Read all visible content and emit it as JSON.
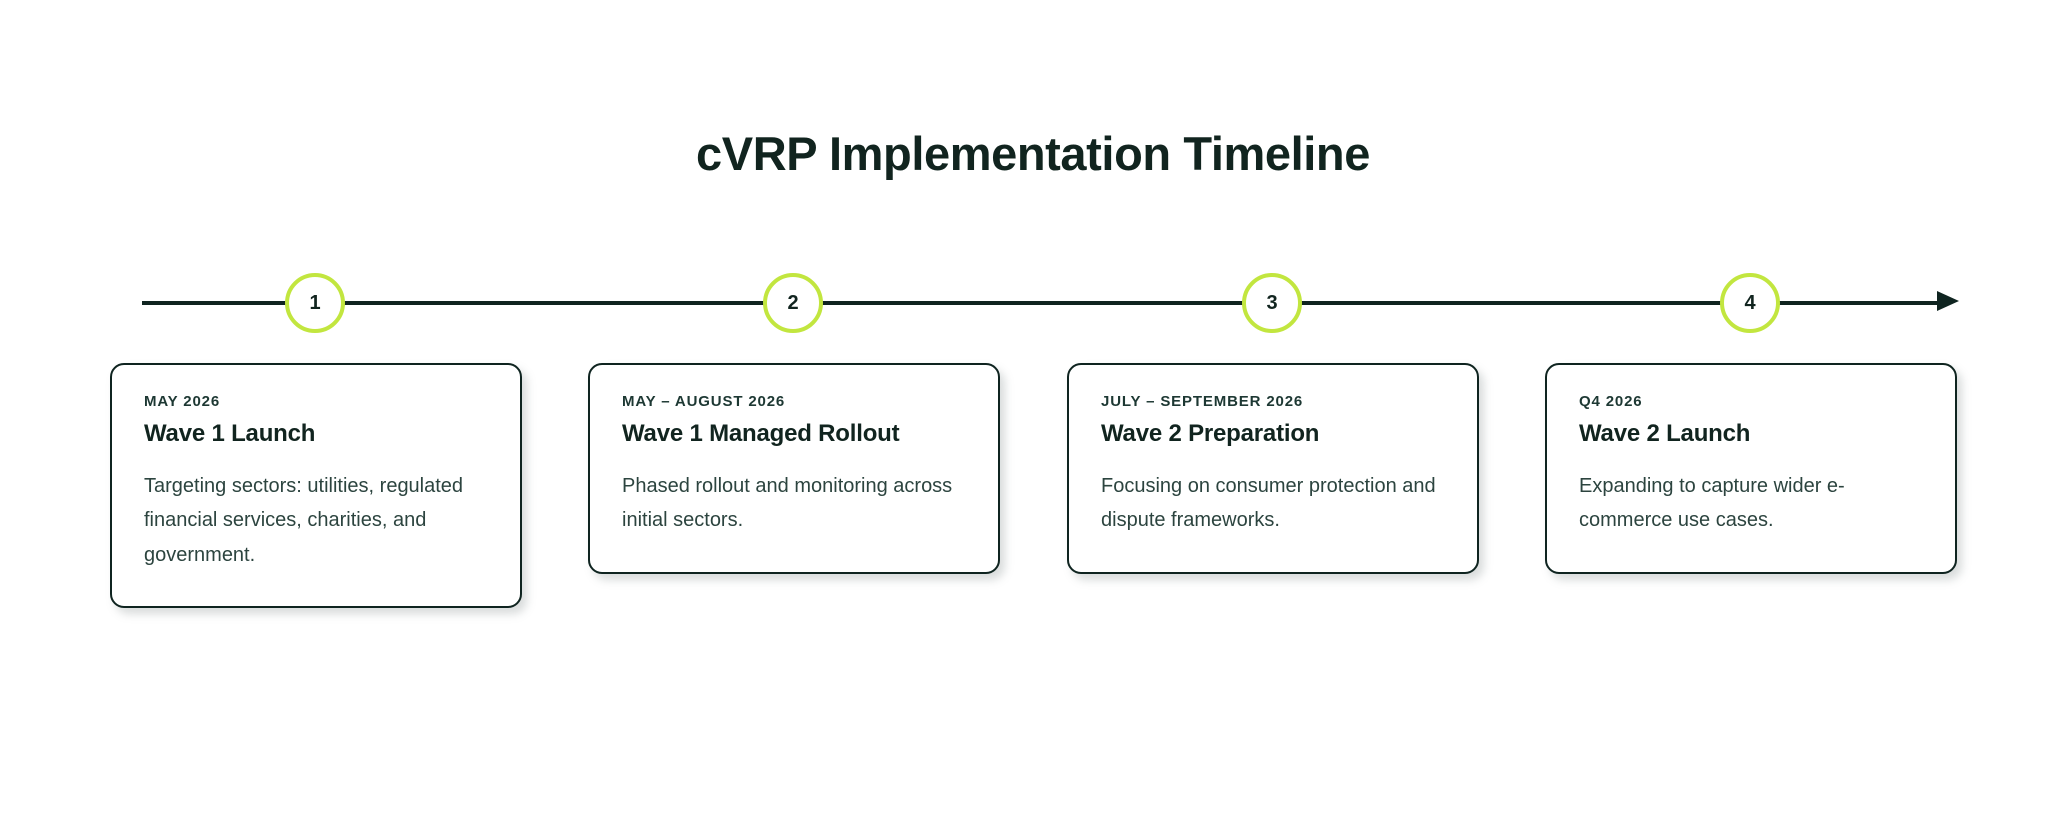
{
  "page": {
    "title": "cVRP Implementation Timeline",
    "background_color": "#ffffff",
    "accent_color": "#c2e63f",
    "ink_color": "#0f2420",
    "body_text_color": "#2c443f"
  },
  "axis": {
    "name": "timeline-axis",
    "direction": "left-to-right",
    "arrowhead": "right",
    "color": "#0f2420"
  },
  "milestones": [
    {
      "marker": "1",
      "eyebrow": "MAY 2026",
      "title": "Wave 1 Launch",
      "body": "Targeting sectors: utilities, regulated financial services, charities, and government."
    },
    {
      "marker": "2",
      "eyebrow": "MAY – AUGUST 2026",
      "title": "Wave 1 Managed Rollout",
      "body": "Phased rollout and monitoring across initial sectors."
    },
    {
      "marker": "3",
      "eyebrow": "JULY – SEPTEMBER 2026",
      "title": "Wave 2 Preparation",
      "body": "Focusing on consumer protection and dispute frameworks."
    },
    {
      "marker": "4",
      "eyebrow": "Q4 2026",
      "title": "Wave 2 Launch",
      "body": "Expanding to capture wider e-commerce use cases."
    }
  ]
}
